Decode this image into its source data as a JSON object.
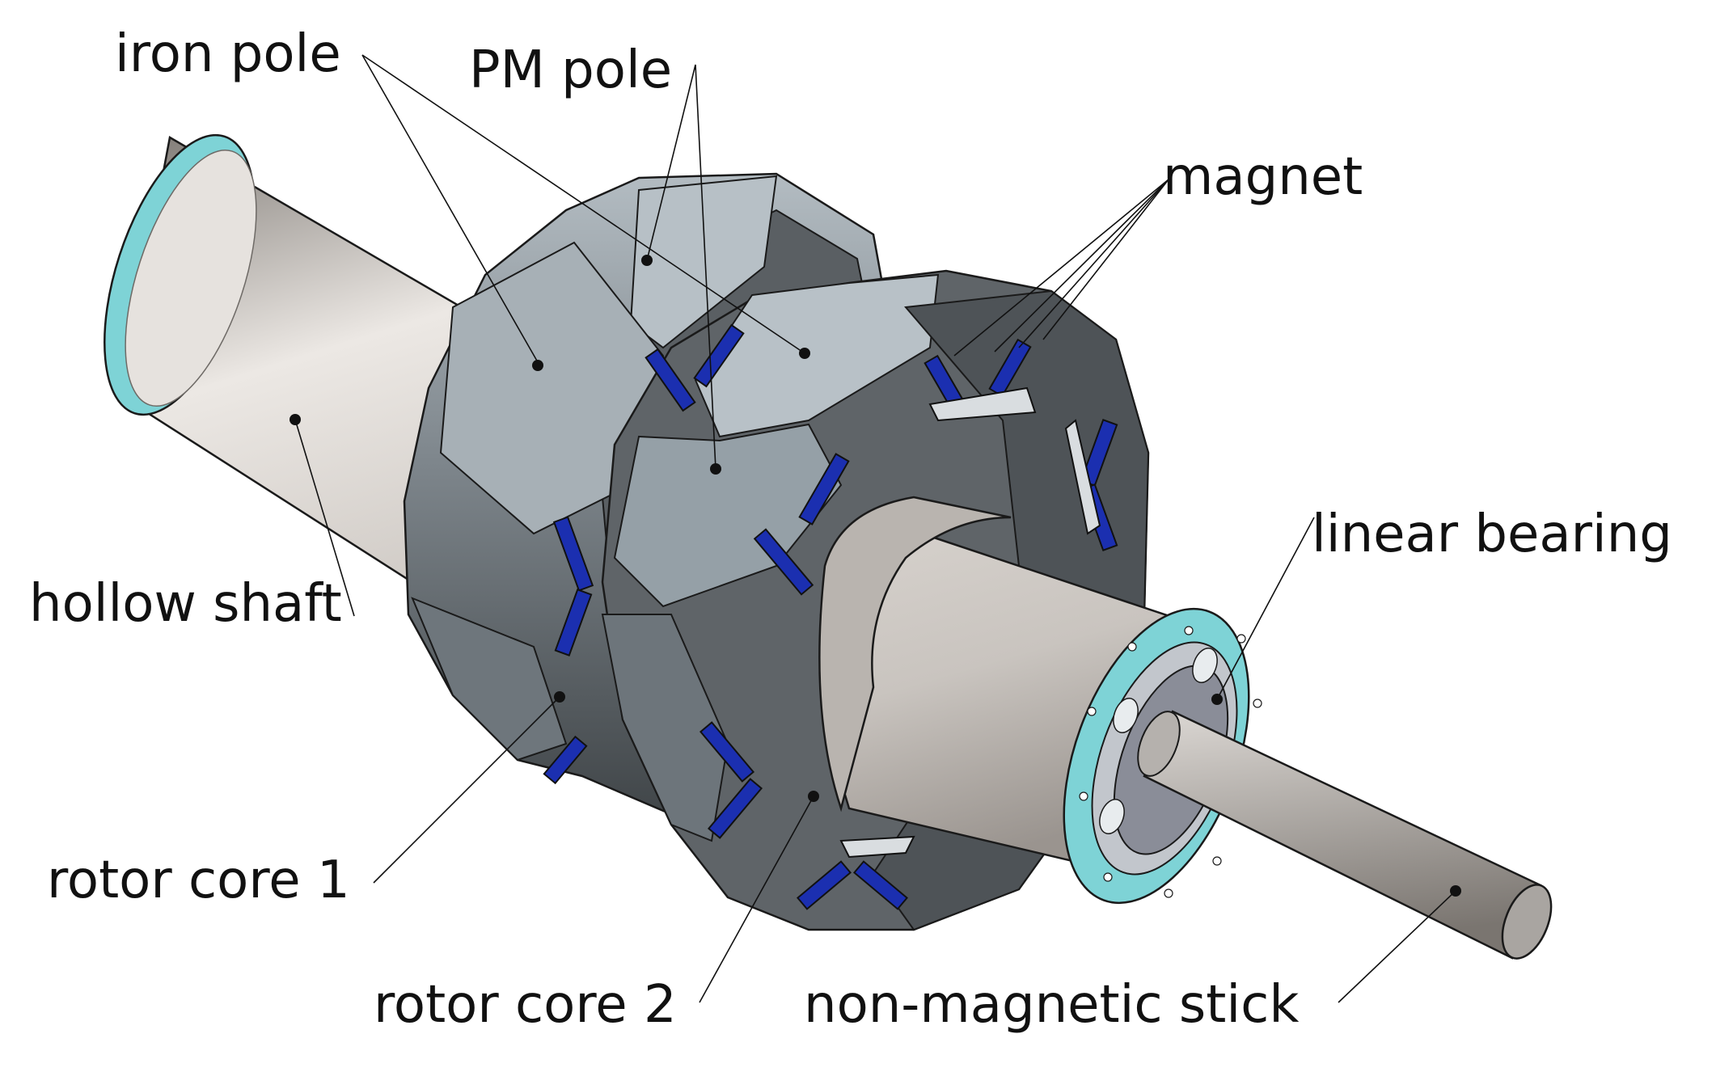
{
  "labels": {
    "iron_pole": "iron pole",
    "pm_pole": "PM pole",
    "magnet": "magnet",
    "linear_bearing": "linear bearing",
    "hollow_shaft": "hollow shaft",
    "rotor_core_1": "rotor core 1",
    "rotor_core_2": "rotor core 2",
    "non_magnetic_stick": "non-magnetic stick"
  },
  "colors": {
    "shaft_light": "#e8e4e0",
    "shaft_dark": "#8c8681",
    "core_light": "#aab3b9",
    "core_dark": "#4a4f53",
    "core_face": "#5d6266",
    "flange": "#7ed3d6",
    "magnet": "#1b2fb0",
    "bearing_face": "#8a8d98"
  }
}
